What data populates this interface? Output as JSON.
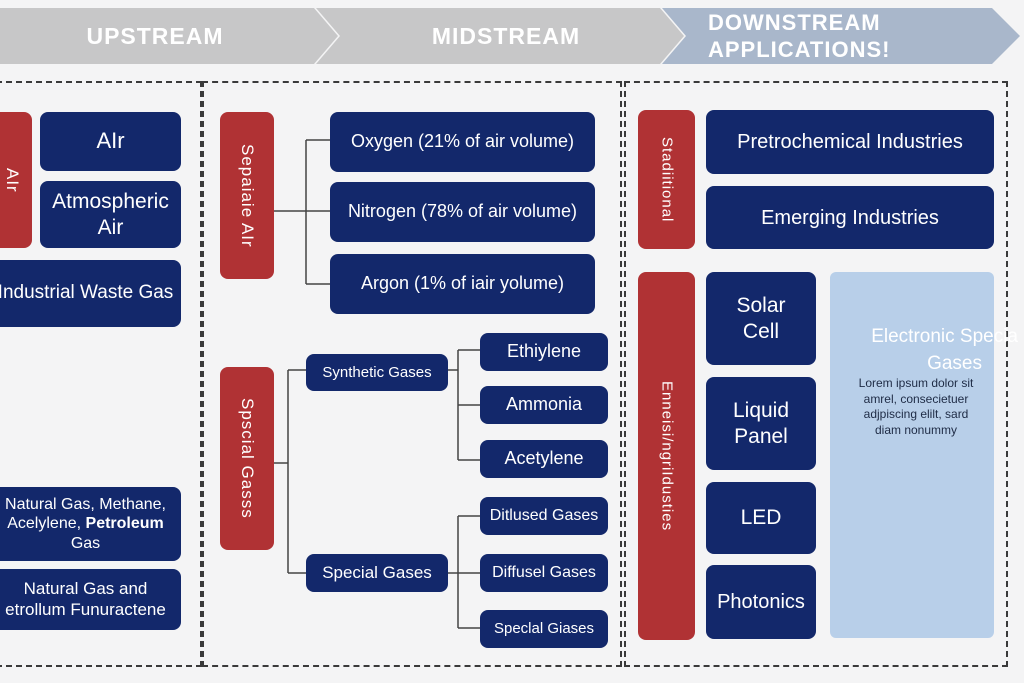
{
  "stages": {
    "upstream": "UPSTREAM",
    "midstream": "MIDSTREAM",
    "downstream_line1": "DOWNSTREAM",
    "downstream_line2": "APPLICATIONS!"
  },
  "colors": {
    "navy": "#13286b",
    "red": "#b03234",
    "light_blue": "#b8cfe9",
    "chevron_gray": "#c7c7c8",
    "chevron_blue": "#a9b7cb"
  },
  "upstream": {
    "red_label": "AIr",
    "air": "AIr",
    "atmospheric_air": "Atmospheric Air",
    "industrial_waste_gas": "Industrial Waste Gas",
    "natural_gas_1_line1": "Natural Gas, Methane,",
    "natural_gas_1_line2a": "Acelylene,",
    "natural_gas_1_line2b": "Petroleum",
    "natural_gas_1_line3": "Gas",
    "natural_gas_2_line1": "Natural Gas and",
    "natural_gas_2_line2": "etrollum Funuractene"
  },
  "midstream": {
    "separate_air": "Sepaiaie AIr",
    "special_gases_vertical": "Spscial Gasss",
    "oxygen": "Oxygen  (21% of air volume)",
    "nitrogen": "Nitrogen (78% of air volume)",
    "argon": "Argon (1%  of iair yolume)",
    "synthetic_gases": "Synthetic Gases",
    "special_gases": "Special Gases",
    "ethylene": "Ethiylene",
    "ammonia": "Ammonia",
    "acetylene": "Acetylene",
    "ditlused_gases": "Ditlused Gases",
    "diffusel_gases": "Diffusel  Gases",
    "speclal_gases": "Speclal Giases"
  },
  "downstream": {
    "traditional": "Stadiitional",
    "emerging_vertical": "Enneisi/ngriIdusties",
    "petrochemical": "Pretrochemical Industries",
    "emerging_industries": "Emerging Industries",
    "solar_cell": "Solar Cell",
    "liquid_panel": "Liquid Panel",
    "led": "LED",
    "photonics": "Photonics",
    "electronic_line1": "Electronic Specia",
    "electronic_line2": "Gases",
    "lorem": "Lorem ipsum dolor sit amrel, consecietuer adjpiscing elilt, sard diam nonummy"
  }
}
